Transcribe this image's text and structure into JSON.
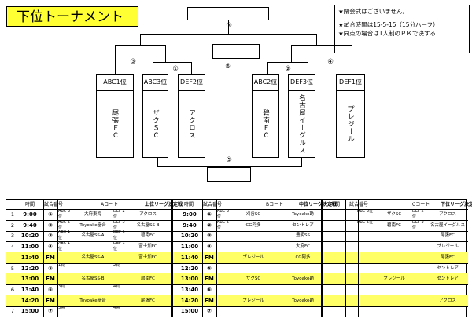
{
  "title": "下位トーナメント",
  "notes": [
    "★閉会式はございません。",
    "★試合時間は15-5-15（15分ハーフ）",
    "★同点の場合は1人制のＰＫで決する"
  ],
  "bracket": {
    "final_num": "⑦",
    "semi_left_num": "③",
    "semi_right_num": "④",
    "q1_num": "①",
    "q2_num": "②",
    "center_num": "⑥",
    "bottom_num": "⑤",
    "seeds": [
      "ABC1位",
      "ABC3位",
      "DEF2位",
      "ABC2位",
      "DEF3位",
      "DEF1位"
    ],
    "teams": [
      "尾張ＦＣ",
      "ザクＳＣ",
      "アクロス",
      "碧南ＦＣ",
      "名古屋イーグルス",
      "プレジール"
    ]
  },
  "schedule": {
    "sections": [
      {
        "headers": [
          "時間",
          "試合番号",
          "Aコート",
          "上位リーグ決定戦"
        ],
        "rows": [
          {
            "n": "1",
            "time": "9:00",
            "num": "①",
            "pair": "ABC 3位",
            "t1": "大府東海",
            "pair2": "DEF 2位",
            "t2": "アクロス",
            "y": false
          },
          {
            "n": "2",
            "time": "9:40",
            "num": "②",
            "pair": "ABC 2位",
            "t1": "Toyoake富合",
            "pair2": "DEF 3位",
            "t2": "名古屋SS-B",
            "y": false
          },
          {
            "n": "3",
            "time": "10:20",
            "num": "③",
            "pair": "ABC 1位",
            "t1": "名古屋SS-A",
            "pair2": "DEF 1位",
            "t2": "碧南FC",
            "y": false
          },
          {
            "n": "4",
            "time": "11:00",
            "num": "④",
            "pair": "ABC 1位",
            "t1": "",
            "pair2": "DEF 1位",
            "t2": "富士加FC",
            "y": false
          },
          {
            "n": "",
            "time": "11:40",
            "num": "FM",
            "pair": "",
            "t1": "名古屋SS-A",
            "pair2": "",
            "t2": "富士加FC",
            "y": true
          },
          {
            "n": "5",
            "time": "12:20",
            "num": "⑤",
            "pair": "1負",
            "t1": "",
            "pair2": "2負",
            "t2": "",
            "y": false
          },
          {
            "n": "",
            "time": "13:00",
            "num": "FM",
            "pair": "",
            "t1": "名古屋SS-B",
            "pair2": "",
            "t2": "碧南FC",
            "y": true
          },
          {
            "n": "6",
            "time": "13:40",
            "num": "⑥",
            "pair": "3負",
            "t1": "",
            "pair2": "4負",
            "t2": "",
            "y": false
          },
          {
            "n": "",
            "time": "14:20",
            "num": "FM",
            "pair": "",
            "t1": "Toyoake富合",
            "pair2": "",
            "t2": "尾張FC",
            "y": true
          },
          {
            "n": "7",
            "time": "15:00",
            "num": "⑦",
            "pair": "3勝",
            "t1": "",
            "pair2": "4勝",
            "t2": "",
            "y": false
          }
        ]
      },
      {
        "headers": [
          "時間",
          "試合番号",
          "Bコート",
          "中位リーグ決定戦"
        ],
        "rows": [
          {
            "n": "",
            "time": "9:00",
            "num": "①",
            "pair": "ABC 3位",
            "t1": "刈谷SC",
            "pair2": "",
            "t2": "Toyoake勘",
            "y": false
          },
          {
            "n": "",
            "time": "9:40",
            "num": "②",
            "pair": "ABC 2位",
            "t1": "CG阿多",
            "pair2": "",
            "t2": "セントレア",
            "y": false
          },
          {
            "n": "",
            "time": "10:20",
            "num": "③",
            "pair": "",
            "t1": "",
            "pair2": "",
            "t2": "豊明SS",
            "y": false
          },
          {
            "n": "",
            "time": "11:00",
            "num": "④",
            "pair": "",
            "t1": "",
            "pair2": "",
            "t2": "大府FC",
            "y": false
          },
          {
            "n": "",
            "time": "11:40",
            "num": "FM",
            "pair": "",
            "t1": "プレジール",
            "pair2": "",
            "t2": "CG阿多",
            "y": true
          },
          {
            "n": "",
            "time": "12:20",
            "num": "⑤",
            "pair": "",
            "t1": "",
            "pair2": "",
            "t2": "",
            "y": false
          },
          {
            "n": "",
            "time": "13:00",
            "num": "FM",
            "pair": "",
            "t1": "ザクSC",
            "pair2": "",
            "t2": "Toyoake勘",
            "y": true
          },
          {
            "n": "",
            "time": "13:40",
            "num": "⑥",
            "pair": "",
            "t1": "",
            "pair2": "",
            "t2": "",
            "y": false
          },
          {
            "n": "",
            "time": "14:20",
            "num": "FM",
            "pair": "",
            "t1": "プレジール",
            "pair2": "",
            "t2": "Toyoake勘",
            "y": true
          },
          {
            "n": "",
            "time": "15:00",
            "num": "⑦",
            "pair": "",
            "t1": "",
            "pair2": "",
            "t2": "",
            "y": false
          }
        ]
      },
      {
        "headers": [
          "時間",
          "試合番号",
          "Cコート",
          "下位リーグ決定戦"
        ],
        "rows": [
          {
            "n": "",
            "time": "",
            "num": "",
            "pair": "ABC 3位",
            "t1": "ザクSC",
            "pair2": "DEF 2位",
            "t2": "アクロス",
            "y": false
          },
          {
            "n": "",
            "time": "",
            "num": "",
            "pair": "ABC 2位",
            "t1": "碧南FC",
            "pair2": "DEF 3位",
            "t2": "名古屋イーグルス",
            "y": false
          },
          {
            "n": "",
            "time": "",
            "num": "",
            "pair": "",
            "t1": "",
            "pair2": "",
            "t2": "尾張FC",
            "y": false
          },
          {
            "n": "",
            "time": "",
            "num": "",
            "pair": "",
            "t1": "",
            "pair2": "",
            "t2": "プレジール",
            "y": false
          },
          {
            "n": "",
            "time": "",
            "num": "",
            "pair": "",
            "t1": "",
            "pair2": "",
            "t2": "尾張FC",
            "y": true
          },
          {
            "n": "",
            "time": "",
            "num": "",
            "pair": "",
            "t1": "",
            "pair2": "",
            "t2": "セントレア",
            "y": false
          },
          {
            "n": "",
            "time": "",
            "num": "",
            "pair": "",
            "t1": "プレジール",
            "pair2": "",
            "t2": "セントレア",
            "y": true
          },
          {
            "n": "",
            "time": "",
            "num": "",
            "pair": "",
            "t1": "",
            "pair2": "",
            "t2": "",
            "y": false
          },
          {
            "n": "",
            "time": "",
            "num": "",
            "pair": "",
            "t1": "",
            "pair2": "",
            "t2": "アクロス",
            "y": true
          },
          {
            "n": "",
            "time": "",
            "num": "",
            "pair": "",
            "t1": "",
            "pair2": "",
            "t2": "",
            "y": false
          }
        ]
      }
    ]
  }
}
